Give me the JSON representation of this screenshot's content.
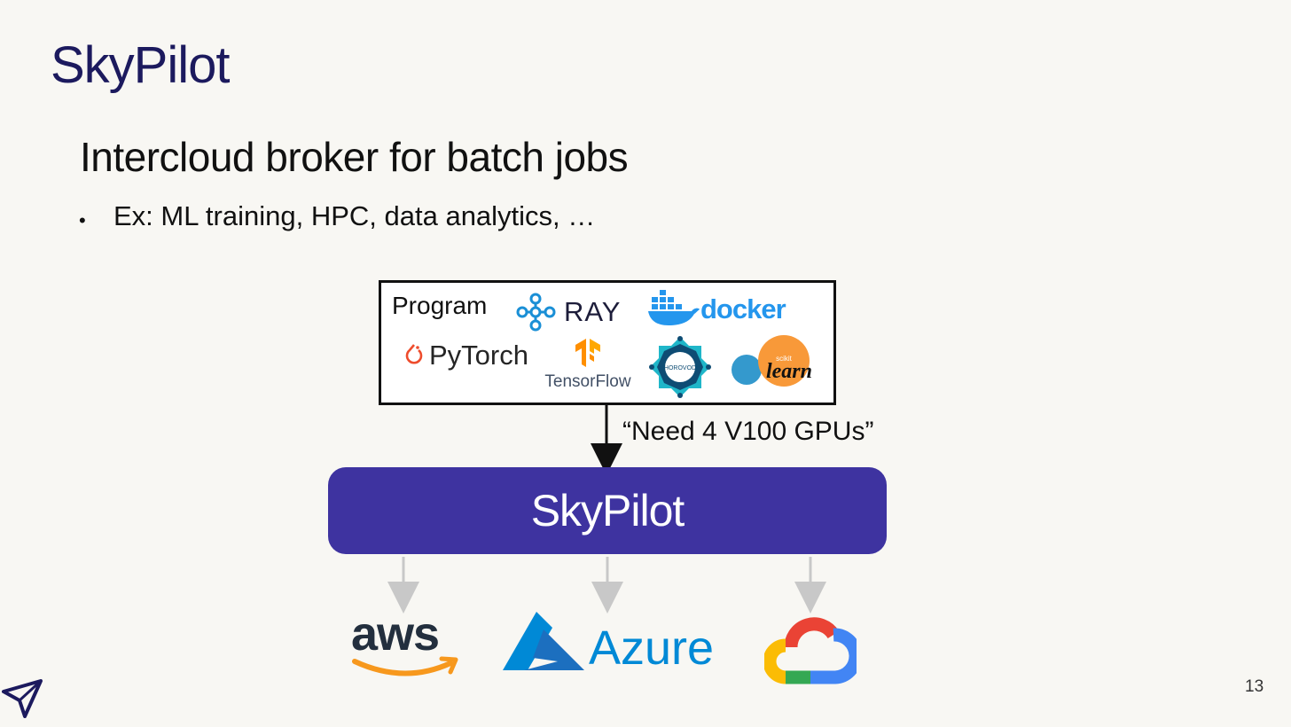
{
  "slide": {
    "title": "SkyPilot",
    "subtitle": "Intercloud broker for batch jobs",
    "bullet": "Ex: ML training, HPC, data analytics, …",
    "page_number": "13"
  },
  "program_box": {
    "label": "Program",
    "logos": {
      "ray": "RAY",
      "docker": "docker",
      "pytorch": "PyTorch",
      "tensorflow": "TensorFlow",
      "horovod": "HOROVOD",
      "sklearn_small": "scikit",
      "sklearn_main": "learn"
    }
  },
  "request_label": "“Need 4 V100 GPUs”",
  "broker": {
    "label": "SkyPilot"
  },
  "clouds": {
    "aws": "aws",
    "azure": "Azure"
  },
  "colors": {
    "title": "#1c1a5e",
    "broker_fill": "#3e33a0",
    "azure": "#0089d6",
    "aws_smile": "#f7981d",
    "docker": "#2496ed",
    "pytorch": "#ee4c2c",
    "tensorflow": "#ff8f00"
  },
  "icons": [
    "skypilot-logo-icon",
    "ray-icon",
    "docker-whale-icon",
    "pytorch-flame-icon",
    "tensorflow-icon",
    "horovod-icon",
    "azure-icon",
    "gcp-cloud-icon",
    "aws-smile-icon"
  ]
}
